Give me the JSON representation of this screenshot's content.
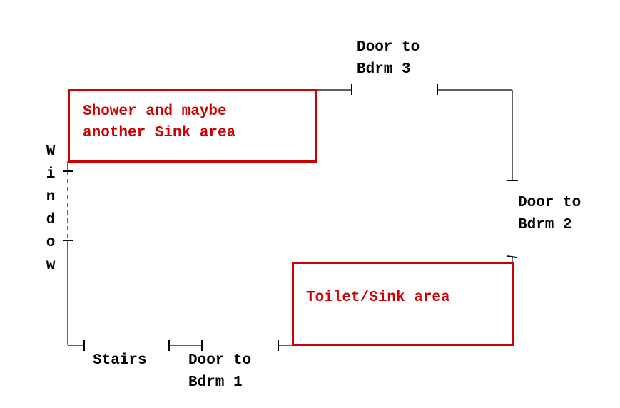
{
  "labels": {
    "window": "W\ni\nn\nd\no\nw",
    "door_bdrm3": "Door to\nBdrm 3",
    "door_bdrm2": "Door to\nBdrm 2",
    "door_bdrm1": "Door to\nBdrm 1",
    "stairs": "Stairs"
  },
  "zones": {
    "shower": "Shower and maybe\nanother Sink area",
    "toilet": "Toilet/Sink area"
  },
  "colors": {
    "walls": "#000000",
    "zones": "#cc0000",
    "background": "#ffffff"
  }
}
